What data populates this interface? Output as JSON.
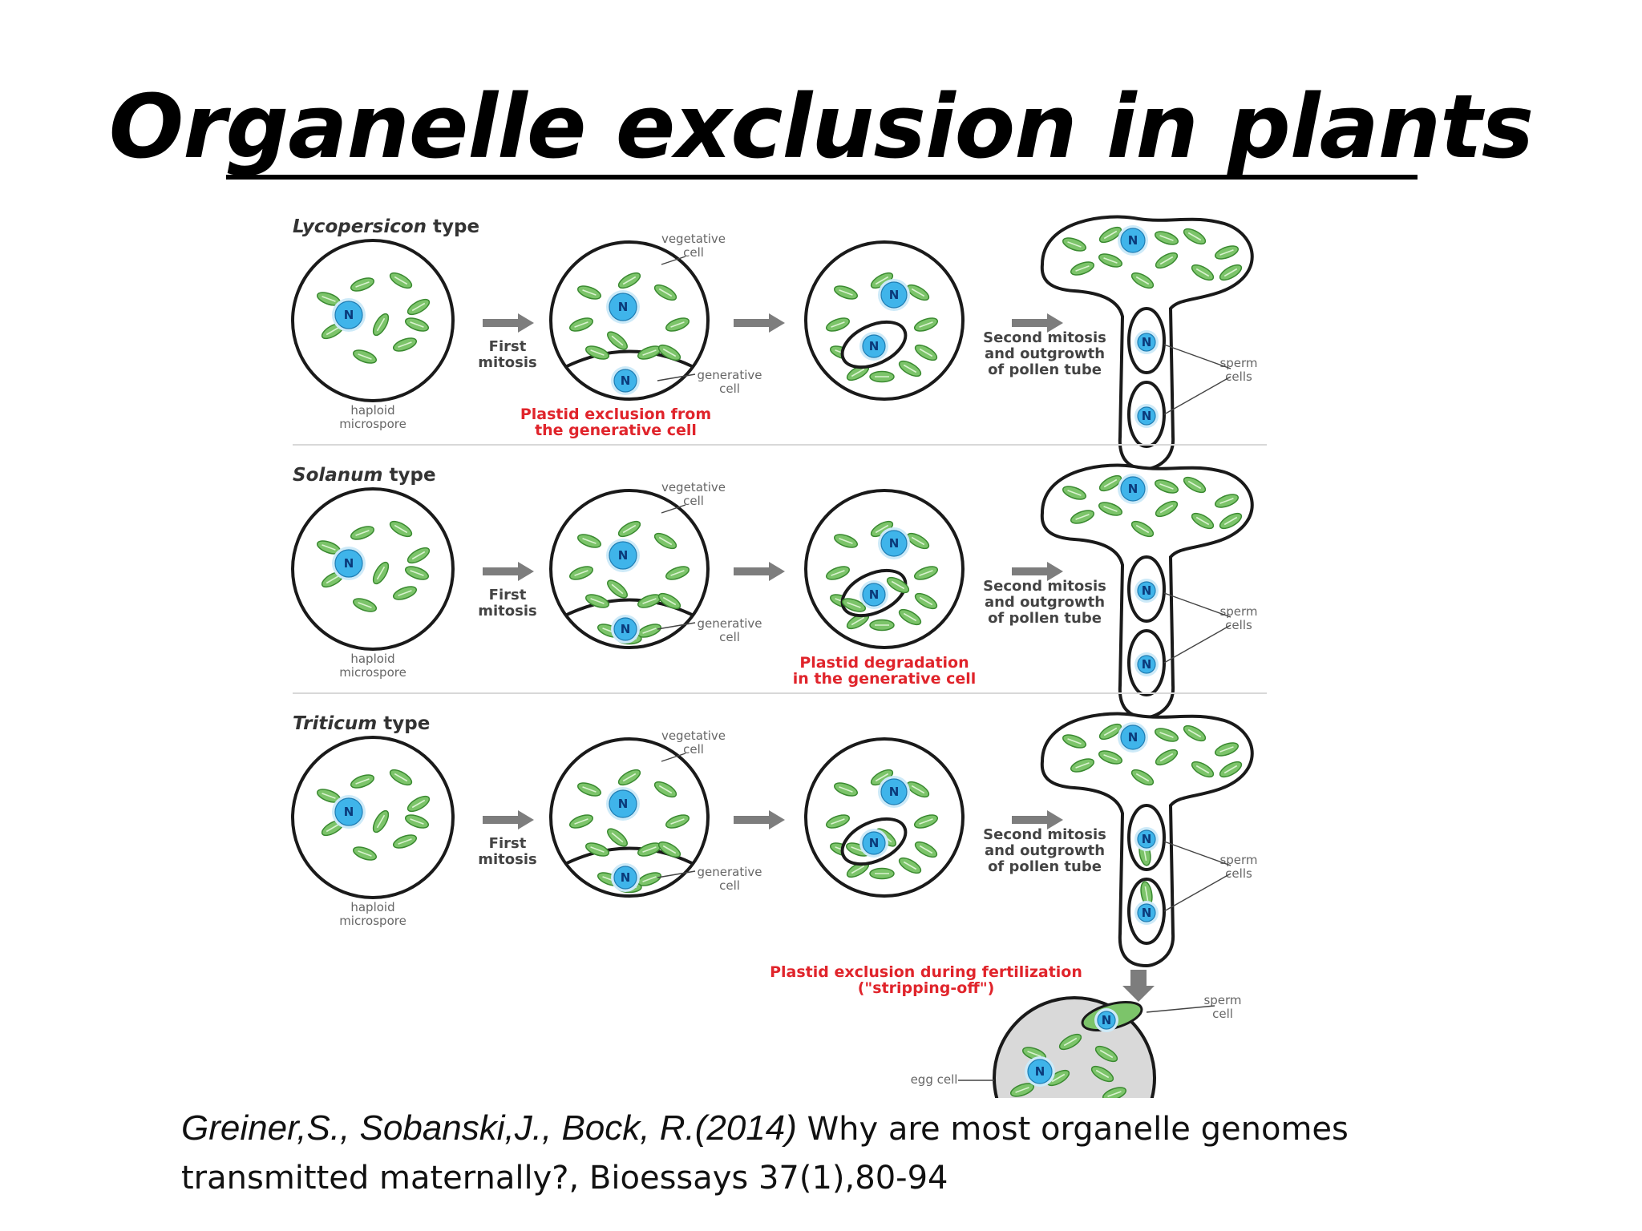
{
  "title": "Organelle exclusion in plants",
  "nucleus_label": "N",
  "rows": [
    {
      "type_genus": "Lycopersicon",
      "type_suffix": "type",
      "first_mitosis": [
        "First",
        "mitosis"
      ],
      "haploid": [
        "haploid",
        "microspore"
      ],
      "vegetative": [
        "vegetative",
        "cell"
      ],
      "generative": [
        "generative",
        "cell"
      ],
      "second_mitosis": [
        "Second mitosis",
        "and outgrowth",
        "of pollen tube"
      ],
      "sperm": [
        "sperm",
        "cells"
      ],
      "note": [
        "Plastid exclusion from",
        "the generative cell"
      ]
    },
    {
      "type_genus": "Solanum",
      "type_suffix": "type",
      "first_mitosis": [
        "First",
        "mitosis"
      ],
      "haploid": [
        "haploid",
        "microspore"
      ],
      "vegetative": [
        "vegetative",
        "cell"
      ],
      "generative": [
        "generative",
        "cell"
      ],
      "second_mitosis": [
        "Second mitosis",
        "and outgrowth",
        "of pollen tube"
      ],
      "sperm": [
        "sperm",
        "cells"
      ],
      "note": [
        "Plastid degradation",
        "in the generative cell"
      ]
    },
    {
      "type_genus": "Triticum",
      "type_suffix": "type",
      "first_mitosis": [
        "First",
        "mitosis"
      ],
      "haploid": [
        "haploid",
        "microspore"
      ],
      "vegetative": [
        "vegetative",
        "cell"
      ],
      "generative": [
        "generative",
        "cell"
      ],
      "second_mitosis": [
        "Second mitosis",
        "and outgrowth",
        "of pollen tube"
      ],
      "sperm": [
        "sperm",
        "cells"
      ],
      "note": [
        "Plastid exclusion during fertilization",
        "(\"stripping-off\")"
      ]
    }
  ],
  "fertilization": {
    "egg_cell": "egg cell",
    "sperm": [
      "sperm",
      "cell"
    ]
  },
  "citation": {
    "authors": "Greiner,S., Sobanski,J., Bock, R.(2014)",
    "title_line1": " Why are most organelle genomes",
    "title_line2": "transmitted maternally?, Bioessays 37(1),80-94"
  },
  "colors": {
    "plastid_fill": "#7cc46a",
    "plastid_stroke": "#3a8a30",
    "nucleus_fill": "#3fb4ea",
    "nucleus_ring": "#cdeaf8",
    "note_red": "#e0242b",
    "arrow_gray": "#7d7d7d"
  }
}
